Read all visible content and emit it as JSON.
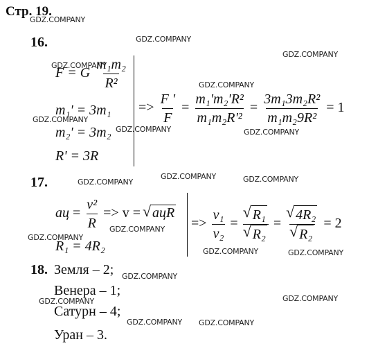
{
  "header": "Стр. 19.",
  "watermark": "GDZ.COMPANY",
  "problems": {
    "p16": {
      "number": "16.",
      "F": "F = G",
      "Fn": "m₁m₂",
      "Fd": "R²",
      "m1": "m₁' = 3m₁",
      "m2": "m₂' = 3m₂",
      "R": "R' = 3R",
      "arrow": "=>",
      "r1n": "F '",
      "r1d": "F",
      "r2n": "m₁'m₂'R²",
      "r2d": "m₁m₂R'²",
      "r3n": "3m₁3m₂R²",
      "r3d": "m₁m₂9R²",
      "result": "= 1"
    },
    "p17": {
      "number": "17.",
      "acc": "aц",
      "vn": "v²",
      "vd": "R",
      "mid": "=> v =",
      "sq": "aцR",
      "R1": "R₁ = 4R₂",
      "arrow": "=>",
      "ln": "v₁",
      "ld": "v₂",
      "mn": "R₁",
      "md": "R₂",
      "rn": "4R₂",
      "rd": "R₂",
      "result": "= 2"
    },
    "p18": {
      "number": "18.",
      "items": [
        "Земля – 2;",
        "Венера – 1;",
        "Сатурн – 4;",
        "Уран – 3."
      ]
    }
  }
}
